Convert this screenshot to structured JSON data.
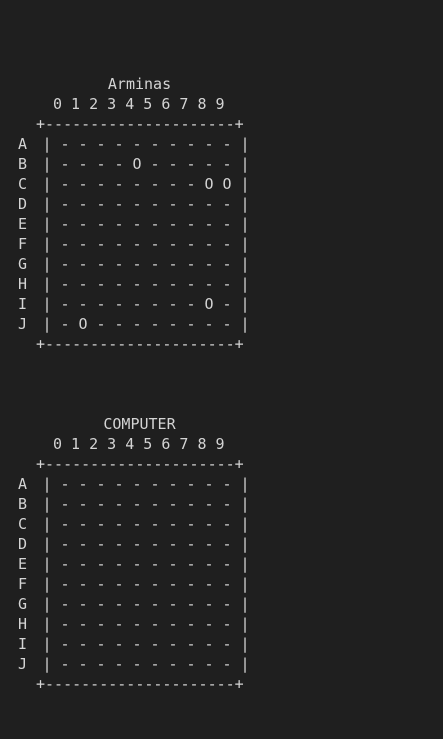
{
  "player_board": {
    "title": "Arminas",
    "col_header": "0 1 2 3 4 5 6 7 8 9",
    "border": "+---------------------+",
    "rows": [
      {
        "label": "A",
        "cells": [
          "-",
          "-",
          "-",
          "-",
          "-",
          "-",
          "-",
          "-",
          "-",
          "-"
        ]
      },
      {
        "label": "B",
        "cells": [
          "-",
          "-",
          "-",
          "-",
          "O",
          "-",
          "-",
          "-",
          "-",
          "-"
        ]
      },
      {
        "label": "C",
        "cells": [
          "-",
          "-",
          "-",
          "-",
          "-",
          "-",
          "-",
          "-",
          "O",
          "O"
        ]
      },
      {
        "label": "D",
        "cells": [
          "-",
          "-",
          "-",
          "-",
          "-",
          "-",
          "-",
          "-",
          "-",
          "-"
        ]
      },
      {
        "label": "E",
        "cells": [
          "-",
          "-",
          "-",
          "-",
          "-",
          "-",
          "-",
          "-",
          "-",
          "-"
        ]
      },
      {
        "label": "F",
        "cells": [
          "-",
          "-",
          "-",
          "-",
          "-",
          "-",
          "-",
          "-",
          "-",
          "-"
        ]
      },
      {
        "label": "G",
        "cells": [
          "-",
          "-",
          "-",
          "-",
          "-",
          "-",
          "-",
          "-",
          "-",
          "-"
        ]
      },
      {
        "label": "H",
        "cells": [
          "-",
          "-",
          "-",
          "-",
          "-",
          "-",
          "-",
          "-",
          "-",
          "-"
        ]
      },
      {
        "label": "I",
        "cells": [
          "-",
          "-",
          "-",
          "-",
          "-",
          "-",
          "-",
          "-",
          "O",
          "-"
        ]
      },
      {
        "label": "J",
        "cells": [
          "-",
          "O",
          "-",
          "-",
          "-",
          "-",
          "-",
          "-",
          "-",
          "-"
        ]
      }
    ]
  },
  "computer_board": {
    "title": "COMPUTER",
    "col_header": "0 1 2 3 4 5 6 7 8 9",
    "border": "+---------------------+",
    "rows": [
      {
        "label": "A",
        "cells": [
          "-",
          "-",
          "-",
          "-",
          "-",
          "-",
          "-",
          "-",
          "-",
          "-"
        ]
      },
      {
        "label": "B",
        "cells": [
          "-",
          "-",
          "-",
          "-",
          "-",
          "-",
          "-",
          "-",
          "-",
          "-"
        ]
      },
      {
        "label": "C",
        "cells": [
          "-",
          "-",
          "-",
          "-",
          "-",
          "-",
          "-",
          "-",
          "-",
          "-"
        ]
      },
      {
        "label": "D",
        "cells": [
          "-",
          "-",
          "-",
          "-",
          "-",
          "-",
          "-",
          "-",
          "-",
          "-"
        ]
      },
      {
        "label": "E",
        "cells": [
          "-",
          "-",
          "-",
          "-",
          "-",
          "-",
          "-",
          "-",
          "-",
          "-"
        ]
      },
      {
        "label": "F",
        "cells": [
          "-",
          "-",
          "-",
          "-",
          "-",
          "-",
          "-",
          "-",
          "-",
          "-"
        ]
      },
      {
        "label": "G",
        "cells": [
          "-",
          "-",
          "-",
          "-",
          "-",
          "-",
          "-",
          "-",
          "-",
          "-"
        ]
      },
      {
        "label": "H",
        "cells": [
          "-",
          "-",
          "-",
          "-",
          "-",
          "-",
          "-",
          "-",
          "-",
          "-"
        ]
      },
      {
        "label": "I",
        "cells": [
          "-",
          "-",
          "-",
          "-",
          "-",
          "-",
          "-",
          "-",
          "-",
          "-"
        ]
      },
      {
        "label": "J",
        "cells": [
          "-",
          "-",
          "-",
          "-",
          "-",
          "-",
          "-",
          "-",
          "-",
          "-"
        ]
      }
    ]
  },
  "colors": {
    "background": "#1f1f1f",
    "text": "#d4d4d4"
  }
}
